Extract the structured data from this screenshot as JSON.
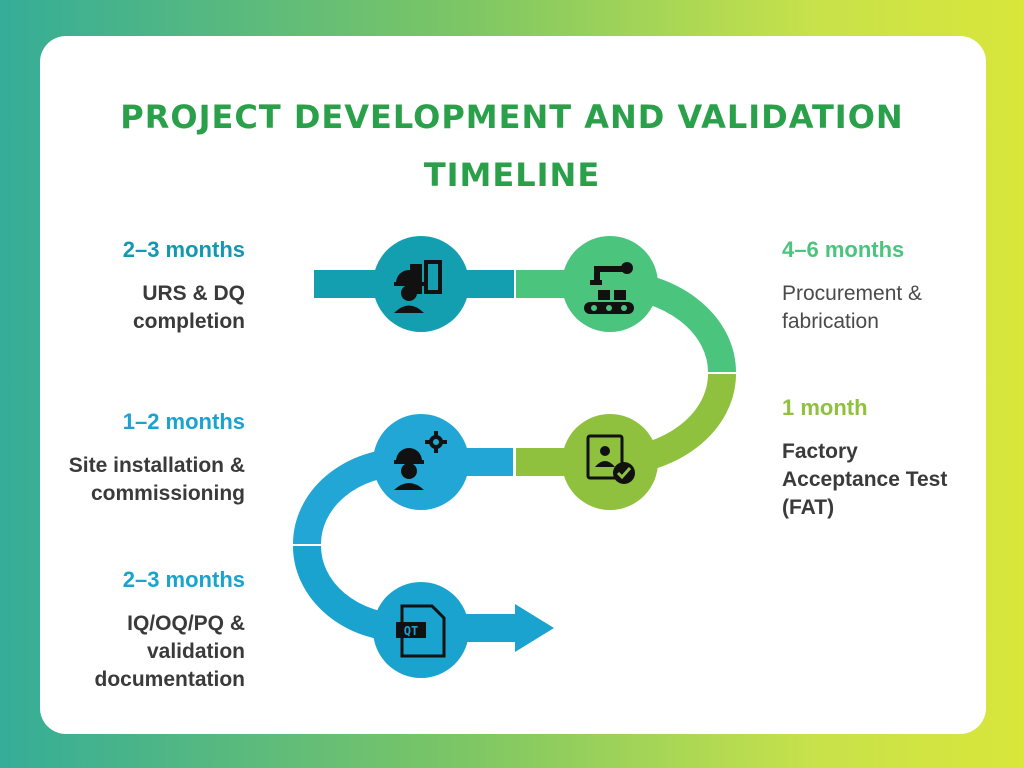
{
  "title": {
    "line1": "PROJECT DEVELOPMENT AND VALIDATION",
    "line2": "TIMELINE"
  },
  "colors": {
    "teal": "#149fb0",
    "green": "#4bc47d",
    "olive": "#8fc13f",
    "blue": "#22a6d6",
    "title": "#2aa04a"
  },
  "steps": [
    {
      "duration": "2–3 months",
      "desc_lines": [
        "URS & DQ",
        "completion"
      ],
      "icon": "engineer-documents-icon",
      "color": "#149fb0"
    },
    {
      "duration": "4–6 months",
      "desc_lines": [
        "Procurement &",
        "fabrication"
      ],
      "icon": "robotic-arm-conveyor-icon",
      "color": "#4bc47d"
    },
    {
      "duration": "1 month",
      "desc_lines": [
        "Factory",
        "Acceptance Test",
        "(FAT)"
      ],
      "icon": "inspection-checkmark-icon",
      "color": "#8fc13f"
    },
    {
      "duration": "1–2 months",
      "desc_lines": [
        "Site installation &",
        "commissioning"
      ],
      "icon": "engineer-gear-icon",
      "color": "#22a6d6"
    },
    {
      "duration": "2–3 months",
      "desc_lines": [
        "IQ/OQ/PQ &",
        "validation",
        "documentation"
      ],
      "icon": "qt-document-icon",
      "color": "#1aa3cf"
    }
  ]
}
